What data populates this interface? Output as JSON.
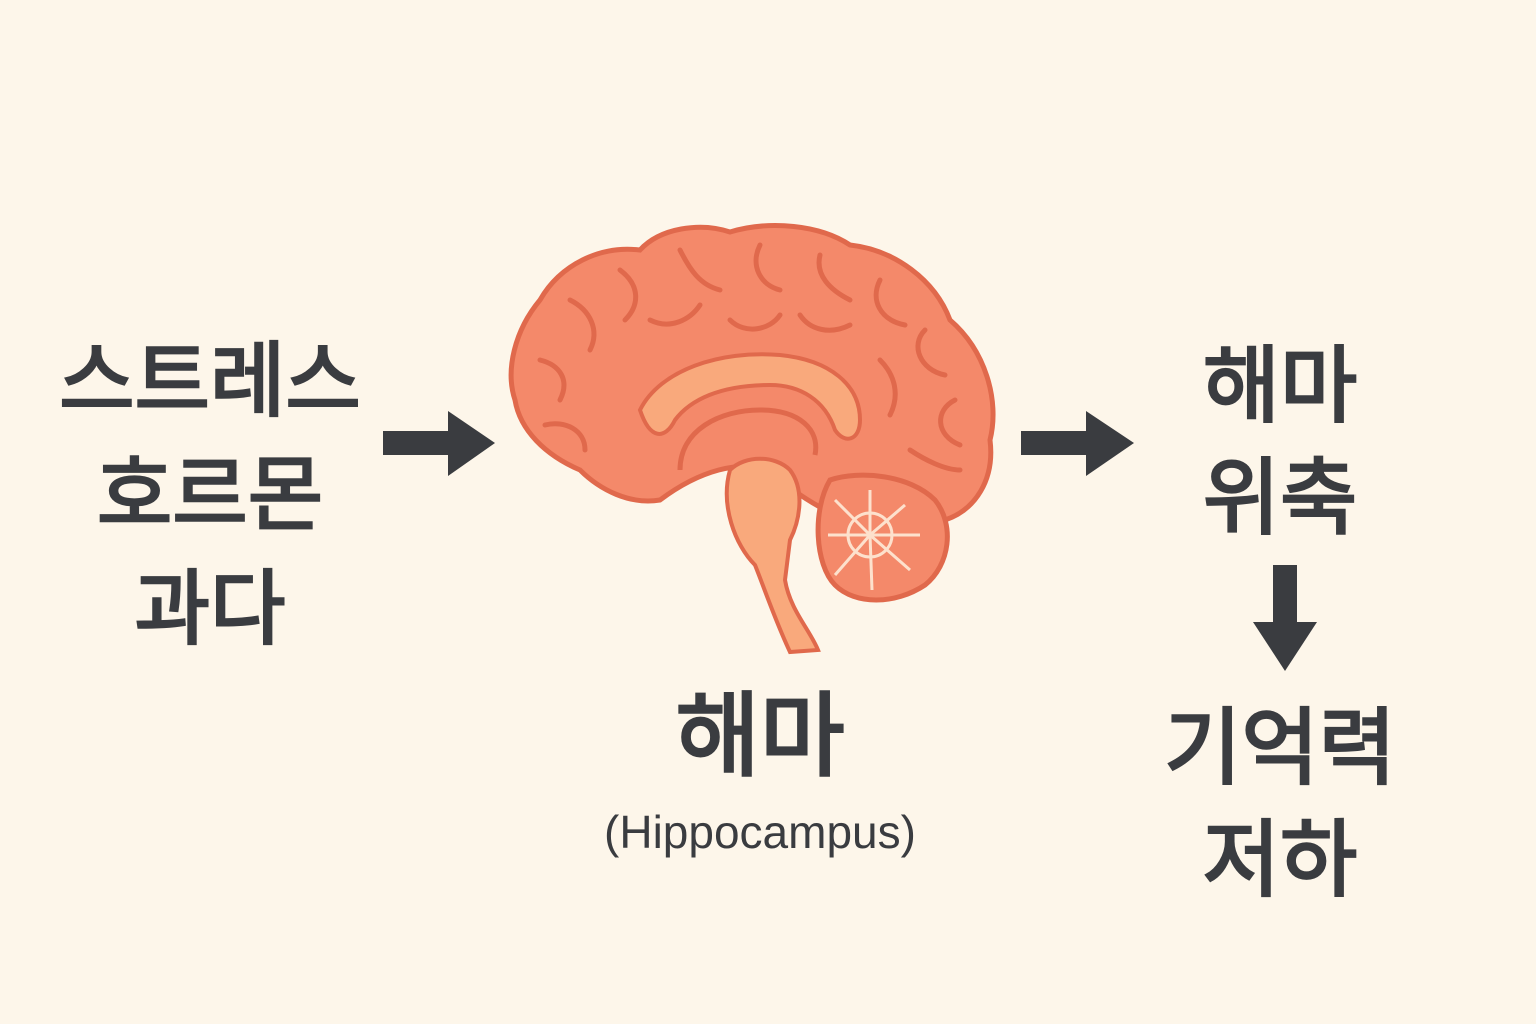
{
  "labels": {
    "stress": [
      "스트레스",
      "호르몬",
      "과다"
    ],
    "hippocampus": "해마",
    "hippocampus_en": "(Hippocampus)",
    "atrophy": [
      "해마",
      "위축"
    ],
    "memory": [
      "기억력",
      "저하"
    ]
  },
  "icons": {
    "brain": "brain-icon",
    "arrows": [
      "arrow-right-icon",
      "arrow-right-icon",
      "arrow-down-icon"
    ]
  },
  "colors": {
    "background": "#fdf6ea",
    "text": "#3a3c40",
    "brain": "#f4896a",
    "brain_outline": "#e0694c",
    "brain_inner": "#f9a97c"
  }
}
